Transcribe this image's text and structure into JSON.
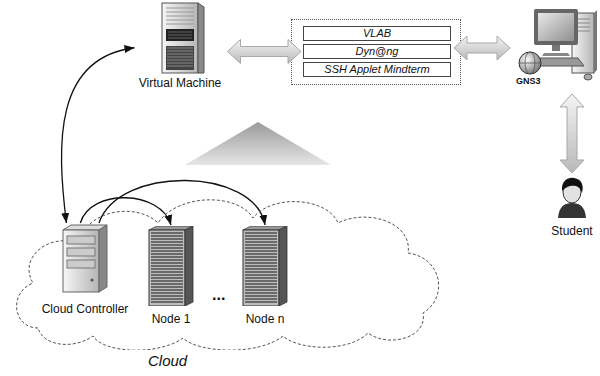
{
  "diagram": {
    "nodes": [
      {
        "text": [
          "Virtual Machine"
        ]
      },
      {
        "text": [
          "VLAB"
        ]
      },
      {
        "text": [
          "Dyn@ng"
        ]
      },
      {
        "text": [
          "SSH Applet Mindterm"
        ]
      },
      {
        "text": [
          "GNS3"
        ]
      },
      {
        "text": [
          "Student"
        ]
      },
      {
        "text": [
          "Cloud"
        ]
      },
      {
        "text": [
          "Cloud Controller"
        ],
        "in": 6
      },
      {
        "text": [
          "Node 1"
        ],
        "in": 6
      },
      {
        "text": [
          "Node n"
        ],
        "in": 6
      }
    ],
    "edges": [
      {
        "from": 0,
        "to": 7,
        "arrow": "both"
      },
      {
        "from": 7,
        "to": 8,
        "arrow": "to"
      },
      {
        "from": 7,
        "to": 9,
        "arrow": "to"
      },
      {
        "from": 0,
        "to": 2,
        "arrow": "both"
      },
      {
        "from": 2,
        "to": 4,
        "arrow": "both"
      },
      {
        "from": 4,
        "to": 5,
        "arrow": "both"
      }
    ],
    "labels": [
      "..."
    ]
  }
}
